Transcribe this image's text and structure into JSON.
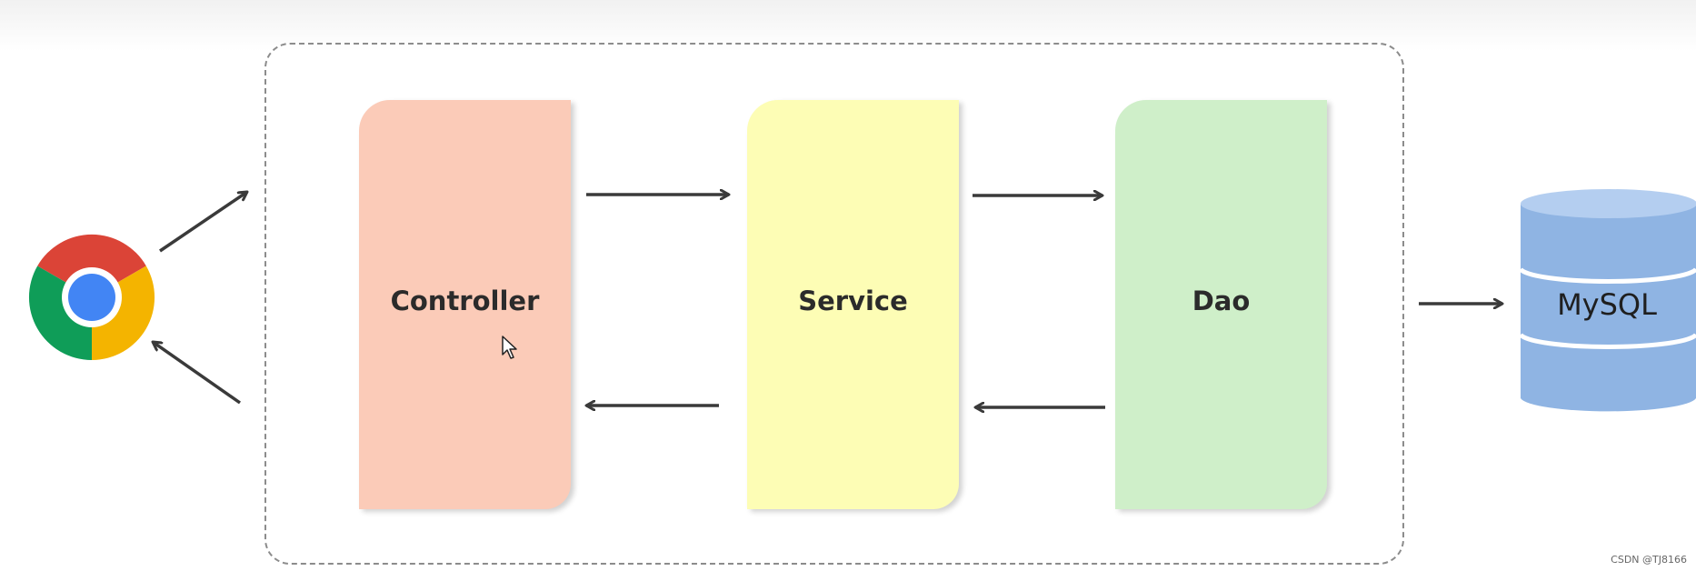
{
  "layers": [
    {
      "label": "Controller",
      "color": "#fbcbb8"
    },
    {
      "label": "Service",
      "color": "#fdfdb5"
    },
    {
      "label": "Dao",
      "color": "#cfefc9"
    }
  ],
  "database": {
    "label": "MySQL",
    "color": "#8fb4e3",
    "icon": "database-cylinder-icon"
  },
  "browser": {
    "icon": "chrome-icon"
  },
  "arrow_color": "#3a3a3a",
  "watermark": "CSDN @TJ8166"
}
